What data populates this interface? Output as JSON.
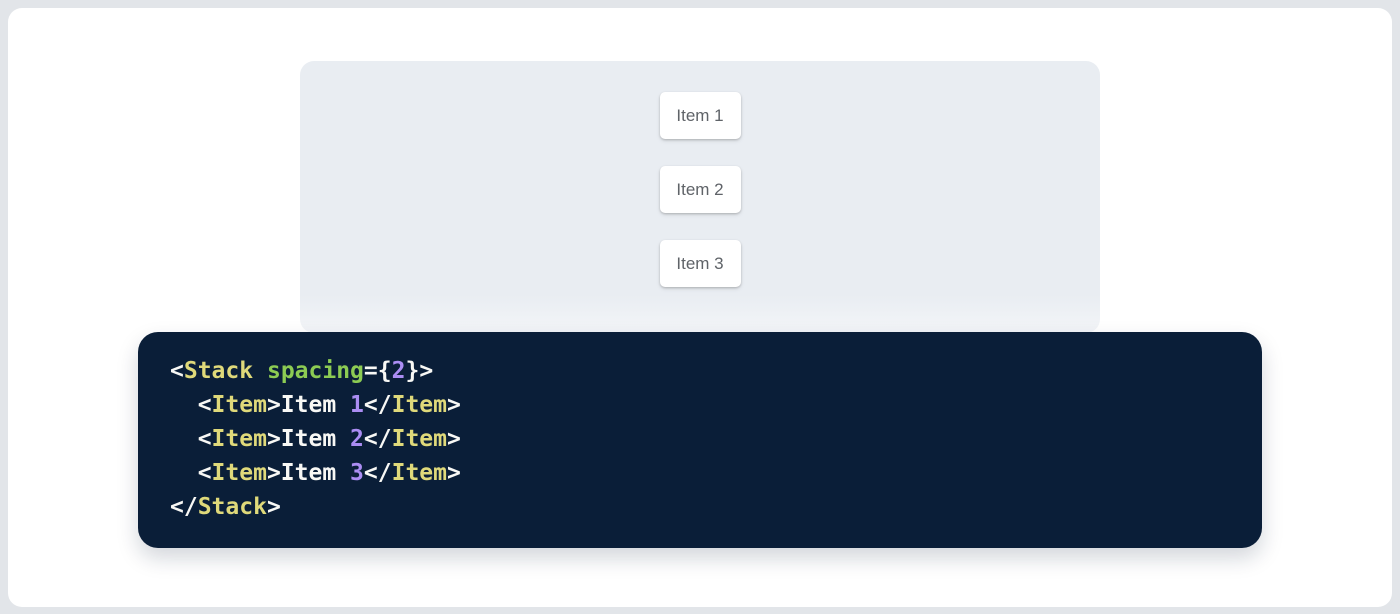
{
  "theme": {
    "outer_bg": "#E2E5E9",
    "page_bg": "#FFFFFF",
    "panel_bg": "#E9EDF2",
    "panel_bg_fade": "#F3F5F8",
    "card_bg": "#FFFFFF",
    "card_text": "#5F6368",
    "code_bg": "#0A1E38",
    "code_plain": "#F8F8F5",
    "code_tag": "#DFD97A",
    "code_attr": "#8CCB53",
    "code_num": "#AB8DF3"
  },
  "preview": {
    "items": [
      {
        "label": "Item 1"
      },
      {
        "label": "Item 2"
      },
      {
        "label": "Item 3"
      }
    ]
  },
  "code": {
    "lines": [
      [
        {
          "c": "punct",
          "t": "<"
        },
        {
          "c": "tag",
          "t": "Stack"
        },
        {
          "c": "plain",
          "t": " "
        },
        {
          "c": "attr",
          "t": "spacing"
        },
        {
          "c": "punct",
          "t": "={"
        },
        {
          "c": "num",
          "t": "2"
        },
        {
          "c": "punct",
          "t": "}>"
        }
      ],
      [
        {
          "c": "punct",
          "t": "  <"
        },
        {
          "c": "tag",
          "t": "Item"
        },
        {
          "c": "punct",
          "t": ">"
        },
        {
          "c": "plain",
          "t": "Item "
        },
        {
          "c": "num",
          "t": "1"
        },
        {
          "c": "punct",
          "t": "</"
        },
        {
          "c": "tag",
          "t": "Item"
        },
        {
          "c": "punct",
          "t": ">"
        }
      ],
      [
        {
          "c": "punct",
          "t": "  <"
        },
        {
          "c": "tag",
          "t": "Item"
        },
        {
          "c": "punct",
          "t": ">"
        },
        {
          "c": "plain",
          "t": "Item "
        },
        {
          "c": "num",
          "t": "2"
        },
        {
          "c": "punct",
          "t": "</"
        },
        {
          "c": "tag",
          "t": "Item"
        },
        {
          "c": "punct",
          "t": ">"
        }
      ],
      [
        {
          "c": "punct",
          "t": "  <"
        },
        {
          "c": "tag",
          "t": "Item"
        },
        {
          "c": "punct",
          "t": ">"
        },
        {
          "c": "plain",
          "t": "Item "
        },
        {
          "c": "num",
          "t": "3"
        },
        {
          "c": "punct",
          "t": "</"
        },
        {
          "c": "tag",
          "t": "Item"
        },
        {
          "c": "punct",
          "t": ">"
        }
      ],
      [
        {
          "c": "punct",
          "t": "</"
        },
        {
          "c": "tag",
          "t": "Stack"
        },
        {
          "c": "punct",
          "t": ">"
        }
      ]
    ]
  }
}
